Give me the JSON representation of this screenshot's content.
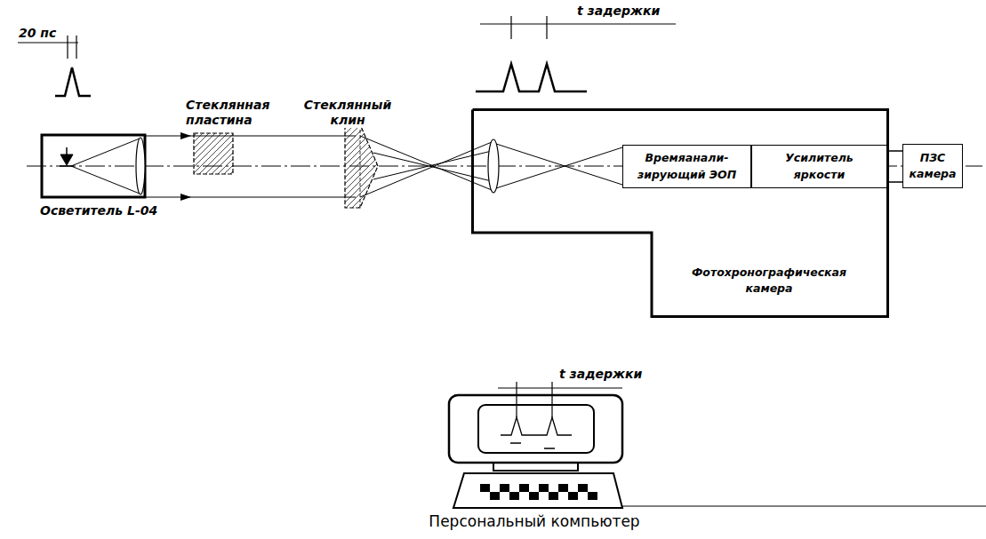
{
  "diagram": {
    "nodes": [
      {
        "text": [
          "Фотохронографическая камера"
        ]
      },
      {
        "text": [
          "Времяанали- зирующий ЭОП"
        ],
        "in": 0
      },
      {
        "text": [
          "Усилитель яркости"
        ],
        "in": 0
      },
      {
        "text": [
          "ПЗС камера"
        ]
      }
    ],
    "labels": [
      "20 пс",
      "Стеклянная пластина",
      "Стеклянный клин",
      "t задержки",
      "t задержки",
      "Осветитель L-04",
      "Персональный компьютер"
    ]
  }
}
